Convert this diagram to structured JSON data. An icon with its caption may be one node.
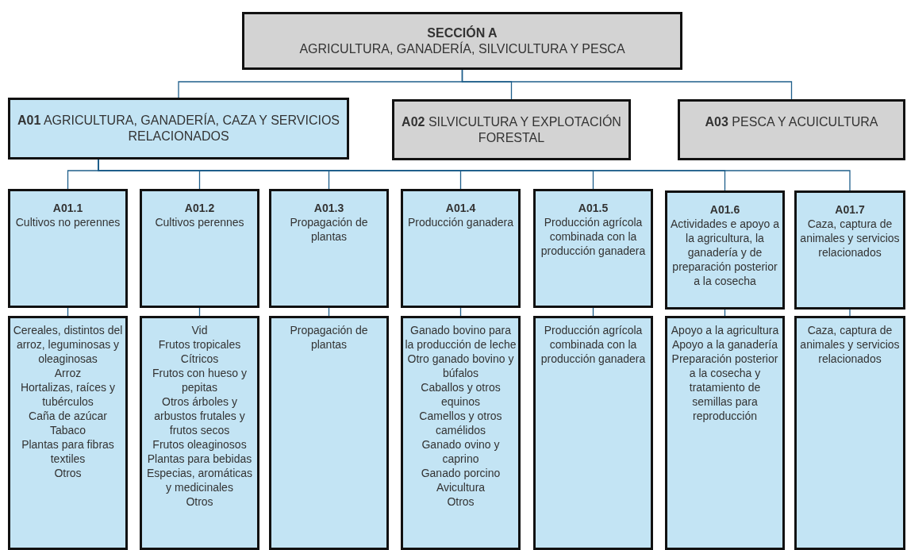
{
  "diagram": {
    "nodes": [
      {
        "text": [
          "SECCIÓN A",
          "AGRICULTURA, GANADERÍA, SILVICULTURA Y PESCA"
        ]
      },
      {
        "text": [
          "**A01** AGRICULTURA, GANADERÍA, CAZA Y SERVICIOS RELACIONADOS"
        ]
      },
      {
        "text": [
          "**A02** SILVICULTURA Y EXPLOTACIÓN FORESTAL"
        ]
      },
      {
        "text": [
          "**A03** PESCA Y ACUICULTURA"
        ]
      },
      {
        "text": [
          "A01.1",
          "Cultivos no perennes"
        ]
      },
      {
        "text": [
          "A01.2",
          "Cultivos perennes"
        ]
      },
      {
        "text": [
          "A01.3",
          "Propagación de plantas"
        ]
      },
      {
        "text": [
          "A01.4",
          "Producción ganadera"
        ]
      },
      {
        "text": [
          "A01.5",
          "Producción agrícola combinada con la producción ganadera"
        ]
      },
      {
        "text": [
          "A01.6",
          "Actividades e apoyo a la agricultura, la ganadería y de preparación posterior a la cosecha"
        ]
      },
      {
        "text": [
          "A01.7",
          "Caza, captura de animales y servicios relacionados"
        ]
      },
      {
        "text": [
          "Cereales, distintos del arroz, leguminosas y oleaginosas",
          "Arroz",
          "Hortalizas, raíces y tubérculos",
          "Caña de azúcar",
          "Tabaco",
          "Plantas para fibras textiles",
          "Otros"
        ]
      },
      {
        "text": [
          "Vid",
          "Frutos tropicales",
          "Cítricos",
          "Frutos con hueso y pepitas",
          "Otros árboles y arbustos frutales y frutos secos",
          "Frutos oleaginosos",
          "Plantas para bebidas",
          "Especias, aromáticas y medicinales",
          "Otros"
        ]
      },
      {
        "text": [
          "Propagación de plantas"
        ]
      },
      {
        "text": [
          "Ganado bovino para la producción de leche",
          "Otro ganado bovino y búfalos",
          "Caballos y otros equinos",
          "Camellos y otros camélidos",
          "Ganado ovino y caprino",
          "Ganado porcino",
          "Avicultura",
          "Otros"
        ]
      },
      {
        "text": [
          "Producción agrícola combinada con la producción ganadera"
        ]
      },
      {
        "text": [
          "Apoyo a la agricultura",
          "Apoyo a la ganadería",
          "Preparación posterior a la cosecha y tratamiento de semillas para reproducción"
        ]
      },
      {
        "text": [
          "Caza, captura de animales y servicios relacionados"
        ]
      }
    ],
    "edges": [
      {
        "from": 0,
        "to": 1,
        "arrow": "none"
      },
      {
        "from": 0,
        "to": 2,
        "arrow": "none"
      },
      {
        "from": 0,
        "to": 3,
        "arrow": "none"
      },
      {
        "from": 1,
        "to": 4,
        "arrow": "none"
      },
      {
        "from": 1,
        "to": 5,
        "arrow": "none"
      },
      {
        "from": 1,
        "to": 6,
        "arrow": "none"
      },
      {
        "from": 1,
        "to": 7,
        "arrow": "none"
      },
      {
        "from": 1,
        "to": 8,
        "arrow": "none"
      },
      {
        "from": 1,
        "to": 9,
        "arrow": "none"
      },
      {
        "from": 1,
        "to": 10,
        "arrow": "none"
      },
      {
        "from": 4,
        "to": 11,
        "arrow": "none"
      },
      {
        "from": 5,
        "to": 12,
        "arrow": "none"
      },
      {
        "from": 6,
        "to": 13,
        "arrow": "none"
      },
      {
        "from": 7,
        "to": 14,
        "arrow": "none"
      },
      {
        "from": 8,
        "to": 15,
        "arrow": "none"
      },
      {
        "from": 9,
        "to": 16,
        "arrow": "none"
      },
      {
        "from": 10,
        "to": 17,
        "arrow": "none"
      }
    ]
  }
}
